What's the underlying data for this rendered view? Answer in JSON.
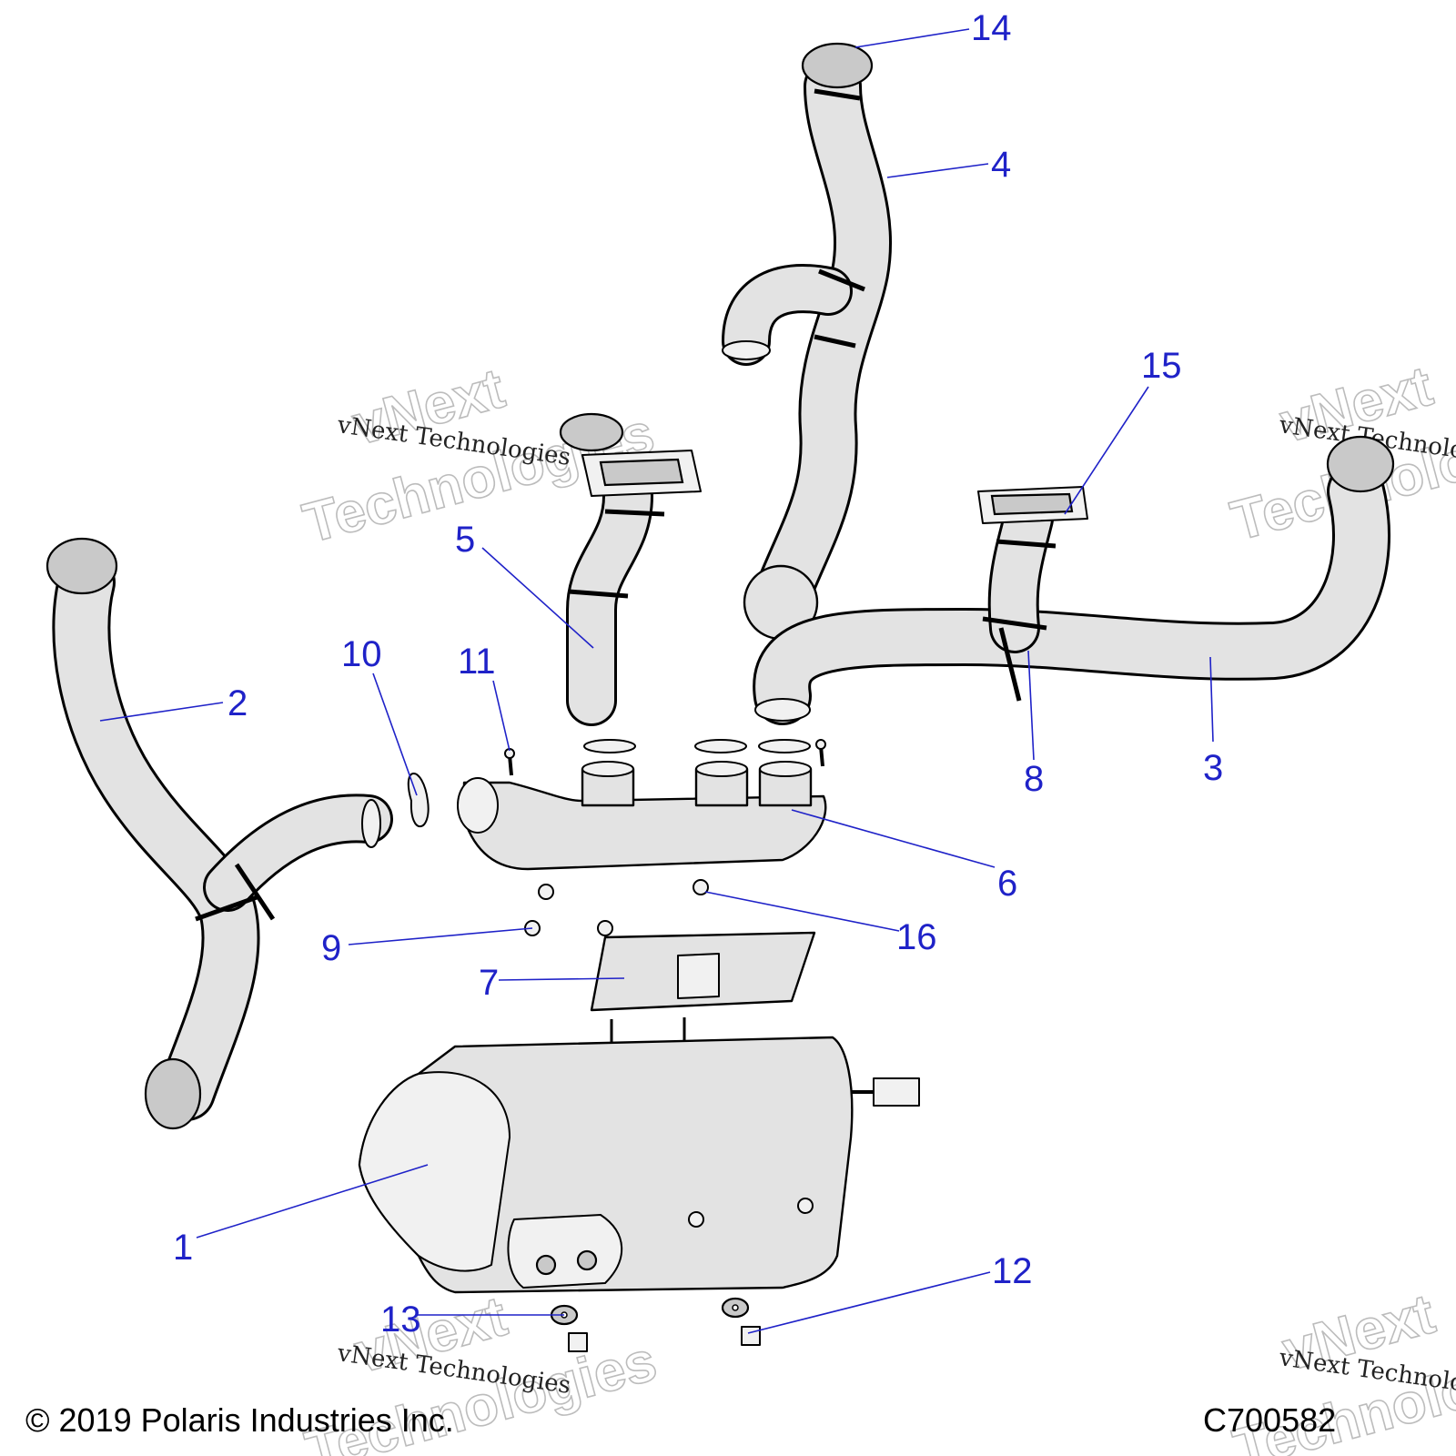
{
  "callouts": [
    {
      "id": "1",
      "label": "1"
    },
    {
      "id": "2",
      "label": "2"
    },
    {
      "id": "3",
      "label": "3"
    },
    {
      "id": "4",
      "label": "4"
    },
    {
      "id": "5",
      "label": "5"
    },
    {
      "id": "6",
      "label": "6"
    },
    {
      "id": "7",
      "label": "7"
    },
    {
      "id": "8",
      "label": "8"
    },
    {
      "id": "9",
      "label": "9"
    },
    {
      "id": "10",
      "label": "10"
    },
    {
      "id": "11",
      "label": "11"
    },
    {
      "id": "12",
      "label": "12"
    },
    {
      "id": "13",
      "label": "13"
    },
    {
      "id": "14",
      "label": "14"
    },
    {
      "id": "15",
      "label": "15"
    },
    {
      "id": "16",
      "label": "16"
    }
  ],
  "watermark": {
    "brand_big_1": "vNext",
    "brand_big_2": "Technologies",
    "brand_small": "vNext Technologies"
  },
  "footer": {
    "copyright": "© 2019 Polaris Industries Inc.",
    "drawing_code": "C700582"
  },
  "colors": {
    "callout": "#1f22c8",
    "part_fill": "#e3e3e3",
    "outline": "#000000"
  }
}
